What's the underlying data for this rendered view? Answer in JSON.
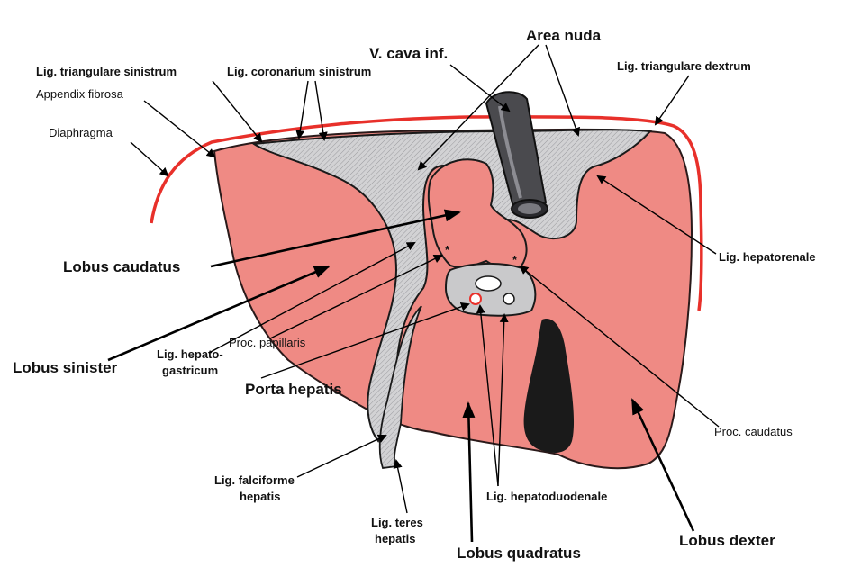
{
  "labels": {
    "area_nuda": "Area nuda",
    "v_cava_inf": "V. cava inf.",
    "lig_triangulare_sinistrum": "Lig. triangulare sinistrum",
    "lig_coronarium_sinistrum": "Lig. coronarium sinistrum",
    "lig_triangulare_dextrum": "Lig. triangulare dextrum",
    "appendix_fibrosa": "Appendix fibrosa",
    "diaphragma": "Diaphragma",
    "lobus_caudatus": "Lobus caudatus",
    "lig_hepatorenale": "Lig. hepatorenale",
    "lobus_sinister": "Lobus sinister",
    "lig_hepatogastricum_1": "Lig. hepato-",
    "lig_hepatogastricum_2": "gastricum",
    "proc_papillaris": "Proc. papillaris",
    "porta_hepatis": "Porta hepatis",
    "proc_caudatus": "Proc. caudatus",
    "lig_falciforme_1": "Lig. falciforme",
    "lig_falciforme_2": "hepatis",
    "lig_hepatoduodenale": "Lig. hepatoduodenale",
    "lig_teres_1": "Lig. teres",
    "lig_teres_2": "hepatis",
    "lobus_quadratus": "Lobus quadratus",
    "lobus_dexter": "Lobus dexter"
  },
  "colors": {
    "liver": "#ef8a84",
    "liver_outline": "#2a1a1a",
    "peritoneal_grey": "#c9c9cb",
    "diaphragm_red": "#e8302a",
    "vena_cava": "#4a4a4e",
    "gallbladder": "#1a1a1a"
  }
}
